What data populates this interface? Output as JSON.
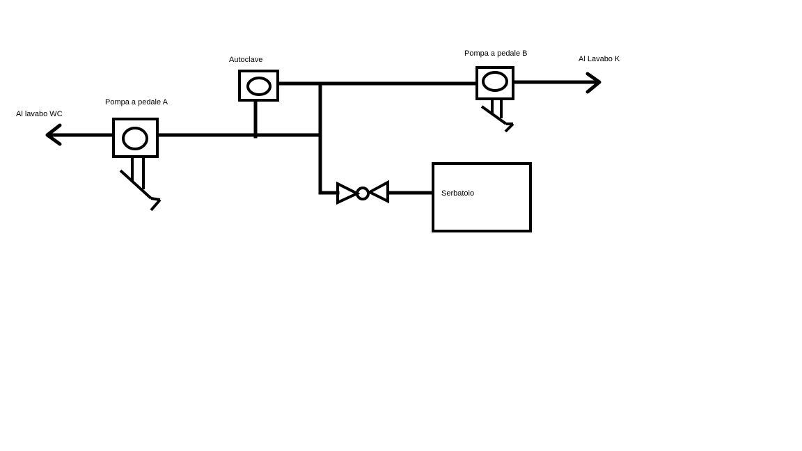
{
  "labels": {
    "left_outlet": "Al lavabo WC",
    "pump_a": "Pompa a pedale A",
    "autoclave": "Autoclave",
    "pump_b": "Pompa a pedale B",
    "right_outlet": "Al Lavabo K",
    "tank": "Serbatoio"
  },
  "colors": {
    "line": "#000000",
    "background": "#ffffff"
  }
}
